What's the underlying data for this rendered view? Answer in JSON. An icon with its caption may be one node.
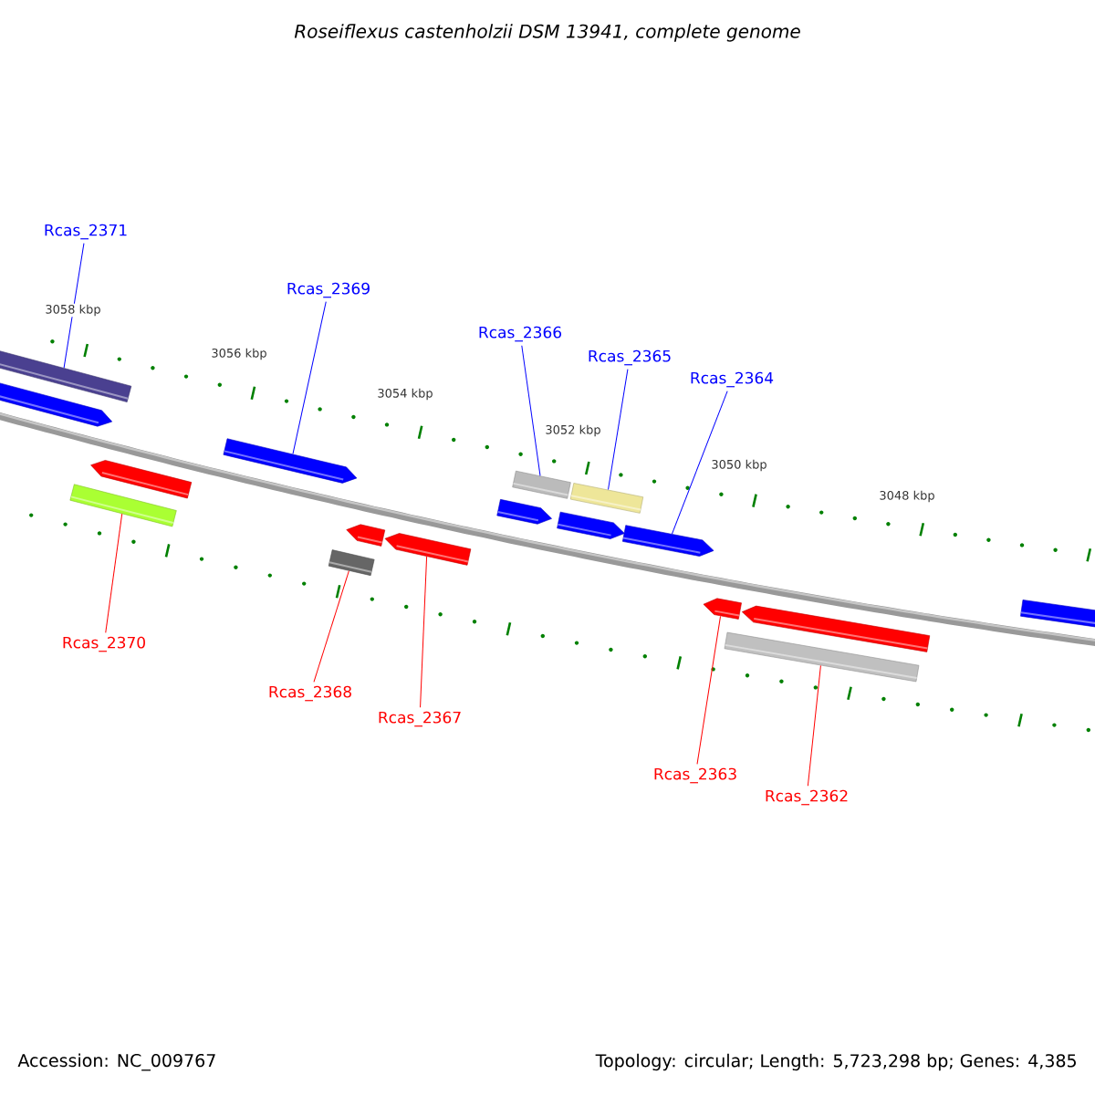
{
  "diagram": {
    "title": "Roseiflexus castenholzii DSM 13941, complete genome",
    "nodes": [
      {
        "text": [
          "Rcas_2371"
        ]
      },
      {
        "text": [
          "Rcas_2369"
        ]
      },
      {
        "text": [
          "Rcas_2366"
        ]
      },
      {
        "text": [
          "Rcas_2365"
        ]
      },
      {
        "text": [
          "Rcas_2364"
        ]
      },
      {
        "text": [
          "Rcas_2370"
        ]
      },
      {
        "text": [
          "Rcas_2368"
        ]
      },
      {
        "text": [
          "Rcas_2367"
        ]
      },
      {
        "text": [
          "Rcas_2363"
        ]
      },
      {
        "text": [
          "Rcas_2362"
        ]
      },
      {
        "text": [],
        "shape": "bar"
      },
      {
        "text": [],
        "shape": "pentagon"
      },
      {
        "text": [],
        "shape": "pentagon"
      },
      {
        "text": [],
        "shape": "bar"
      },
      {
        "text": [],
        "shape": "bar"
      },
      {
        "text": [],
        "shape": "pentagon"
      },
      {
        "text": [],
        "shape": "pentagon"
      },
      {
        "text": [],
        "shape": "pentagon"
      },
      {
        "text": [],
        "shape": "pentagon"
      },
      {
        "text": [],
        "shape": "pentagon"
      },
      {
        "text": [],
        "shape": "bar"
      },
      {
        "text": [],
        "shape": "pentagon"
      },
      {
        "text": [],
        "shape": "pentagon"
      },
      {
        "text": [],
        "shape": "bar"
      },
      {
        "text": [],
        "shape": "pentagon"
      },
      {
        "text": [],
        "shape": "pentagon"
      },
      {
        "text": [],
        "shape": "bar"
      }
    ],
    "edges": [
      {
        "from": 0,
        "to": 10,
        "arrow": "none",
        "color": "#0000ff"
      },
      {
        "from": 1,
        "to": 12,
        "arrow": "none",
        "color": "#0000ff"
      },
      {
        "from": 2,
        "to": 13,
        "arrow": "none",
        "color": "#0000ff"
      },
      {
        "from": 3,
        "to": 14,
        "arrow": "none",
        "color": "#0000ff"
      },
      {
        "from": 4,
        "to": 17,
        "arrow": "none",
        "color": "#0000ff"
      },
      {
        "from": 5,
        "to": 20,
        "arrow": "none",
        "color": "#ff0000"
      },
      {
        "from": 6,
        "to": 23,
        "arrow": "none",
        "color": "#ff0000"
      },
      {
        "from": 7,
        "to": 22,
        "arrow": "none",
        "color": "#ff0000"
      },
      {
        "from": 8,
        "to": 24,
        "arrow": "none",
        "color": "#ff0000"
      },
      {
        "from": 9,
        "to": 26,
        "arrow": "none",
        "color": "#ff0000"
      }
    ],
    "labels": [
      "3058 kbp",
      "3056 kbp",
      "3054 kbp",
      "3052 kbp",
      "3050 kbp",
      "3048 kbp",
      "Accession: NC_009767",
      "Topology: circular; Length: 5,723,298 bp; Genes: 4,385"
    ]
  }
}
